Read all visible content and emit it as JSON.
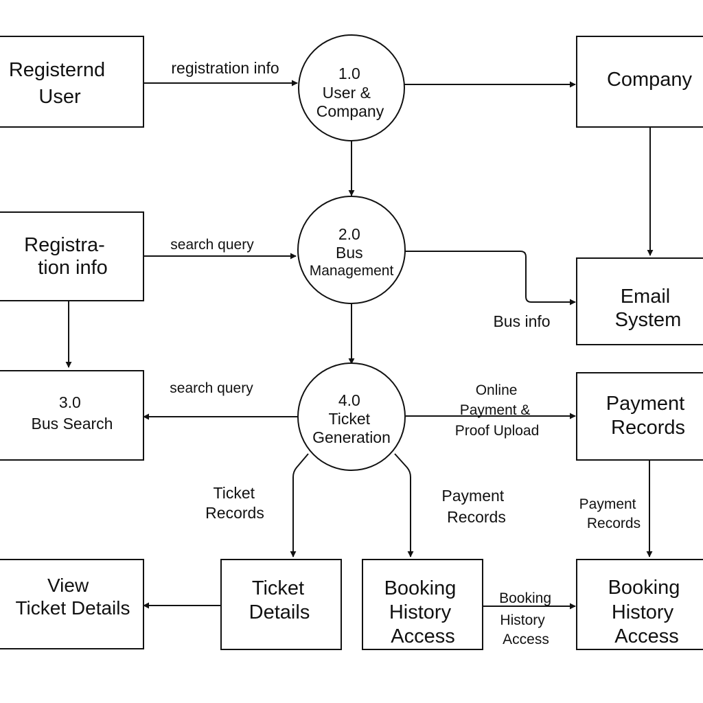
{
  "diagram": {
    "entities": {
      "registered_user": [
        "Registernd",
        "User"
      ],
      "company": [
        "Company"
      ],
      "registration_info": [
        "Registra-",
        "tion info"
      ],
      "email_system": [
        "Email",
        "System"
      ],
      "bus_search": [
        "3.0",
        "Bus Search"
      ],
      "payment_records": [
        "Payment",
        "Records"
      ],
      "view_ticket_details": [
        "View",
        "Ticket Details"
      ],
      "ticket_details": [
        "Ticket",
        "Details"
      ],
      "booking_history_access_1": [
        "Booking",
        "History",
        "Access"
      ],
      "booking_history_access_2": [
        "Booking",
        "History",
        "Access"
      ]
    },
    "processes": {
      "p1": [
        "1.0",
        "User &",
        "Company"
      ],
      "p2": [
        "2.0",
        "Bus",
        "Management"
      ],
      "p4": [
        "4.0",
        "Ticket",
        "Generation"
      ]
    },
    "flows": {
      "registration_info": [
        "registration info"
      ],
      "search_query_1": [
        "search query"
      ],
      "bus_info": [
        "Bus info"
      ],
      "search_query_2": [
        "search query"
      ],
      "online_payment": [
        "Online",
        "Payment &",
        "Proof Upload"
      ],
      "ticket_records": [
        "Ticket",
        "Records"
      ],
      "payment_records_mid": [
        "Payment",
        "Records"
      ],
      "payment_records_right": [
        "Payment",
        "Records"
      ],
      "booking_history_access": [
        "Booking",
        "History",
        "Access"
      ]
    }
  }
}
